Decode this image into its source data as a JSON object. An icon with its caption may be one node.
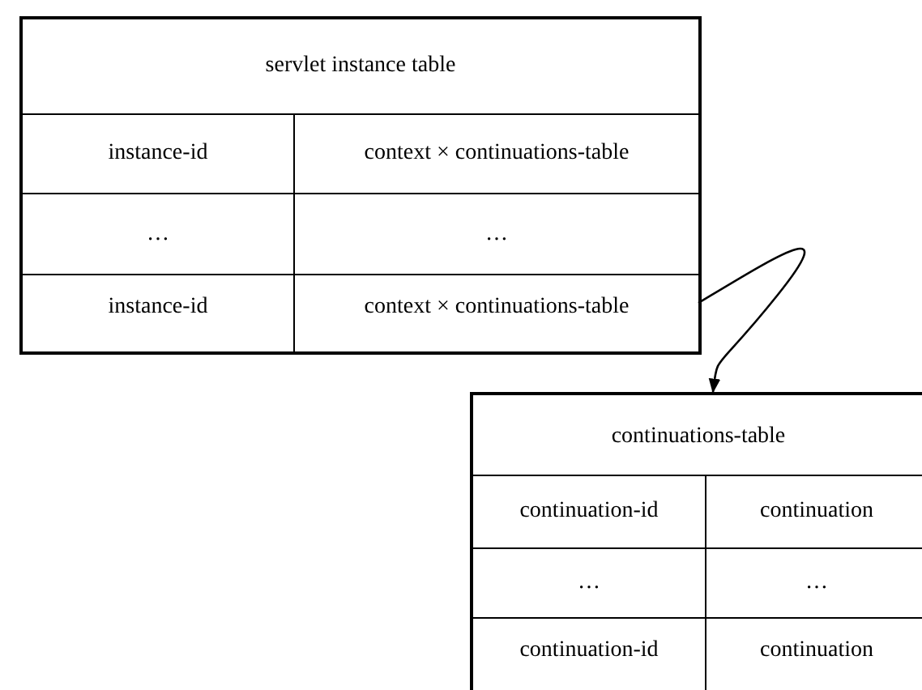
{
  "diagram": {
    "nodes": [
      {
        "text": [
          "servlet instance table"
        ]
      },
      {
        "text": [
          "instance-id"
        ],
        "in": 0
      },
      {
        "text": [
          "context × continuations-table"
        ],
        "in": 0
      },
      {
        "text": [
          "…"
        ],
        "in": 0
      },
      {
        "text": [
          "…"
        ],
        "in": 0
      },
      {
        "text": [
          "instance-id"
        ],
        "in": 0
      },
      {
        "text": [
          "context × continuations-table"
        ],
        "in": 0
      },
      {
        "text": [
          "continuations-table"
        ]
      },
      {
        "text": [
          "continuation-id"
        ],
        "in": 7
      },
      {
        "text": [
          "continuation"
        ],
        "in": 7
      },
      {
        "text": [
          "…"
        ],
        "in": 7
      },
      {
        "text": [
          "…"
        ],
        "in": 7
      },
      {
        "text": [
          "continuation-id"
        ],
        "in": 7
      },
      {
        "text": [
          "continuation"
        ],
        "in": 7
      }
    ],
    "edges": [
      {
        "from": 6,
        "to": 7,
        "arrow": "to"
      }
    ]
  }
}
